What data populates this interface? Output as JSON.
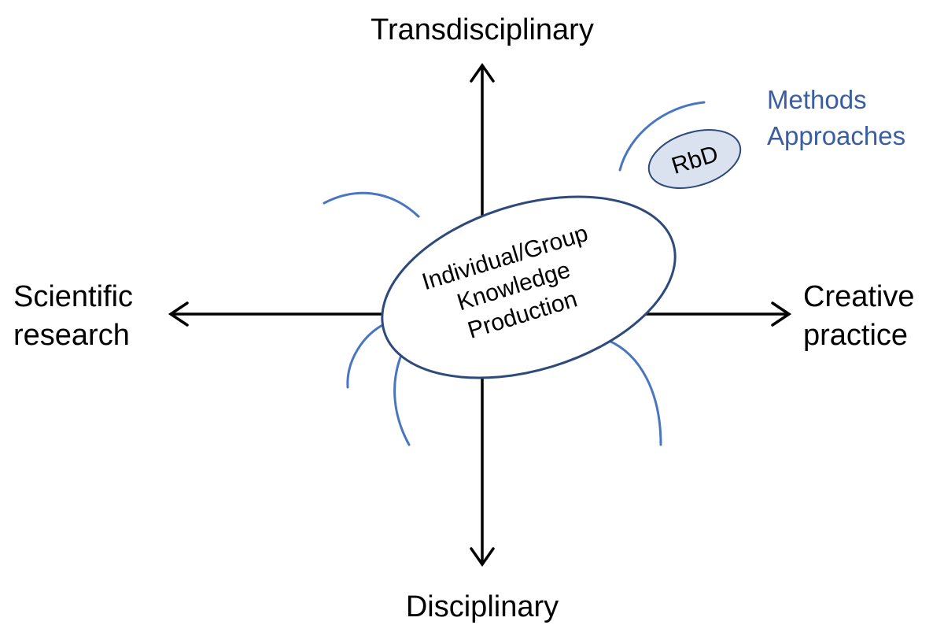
{
  "axes": {
    "top": "Transdisciplinary",
    "bottom": "Disciplinary",
    "left": [
      "Scientific",
      "research"
    ],
    "right": [
      "Creative",
      "practice"
    ]
  },
  "center": {
    "lines": [
      "Individual/Group",
      "Knowledge",
      "Production"
    ]
  },
  "rbd": {
    "label": "RbD"
  },
  "methods": {
    "lines": [
      "Methods",
      "Approaches"
    ]
  },
  "colors": {
    "axis": "#000000",
    "ellipse_stroke": "#2e4a7a",
    "tentacle": "#4a76c0",
    "methods_text": "#3a5ea0",
    "rbd_fill": "#dbe2ef"
  }
}
